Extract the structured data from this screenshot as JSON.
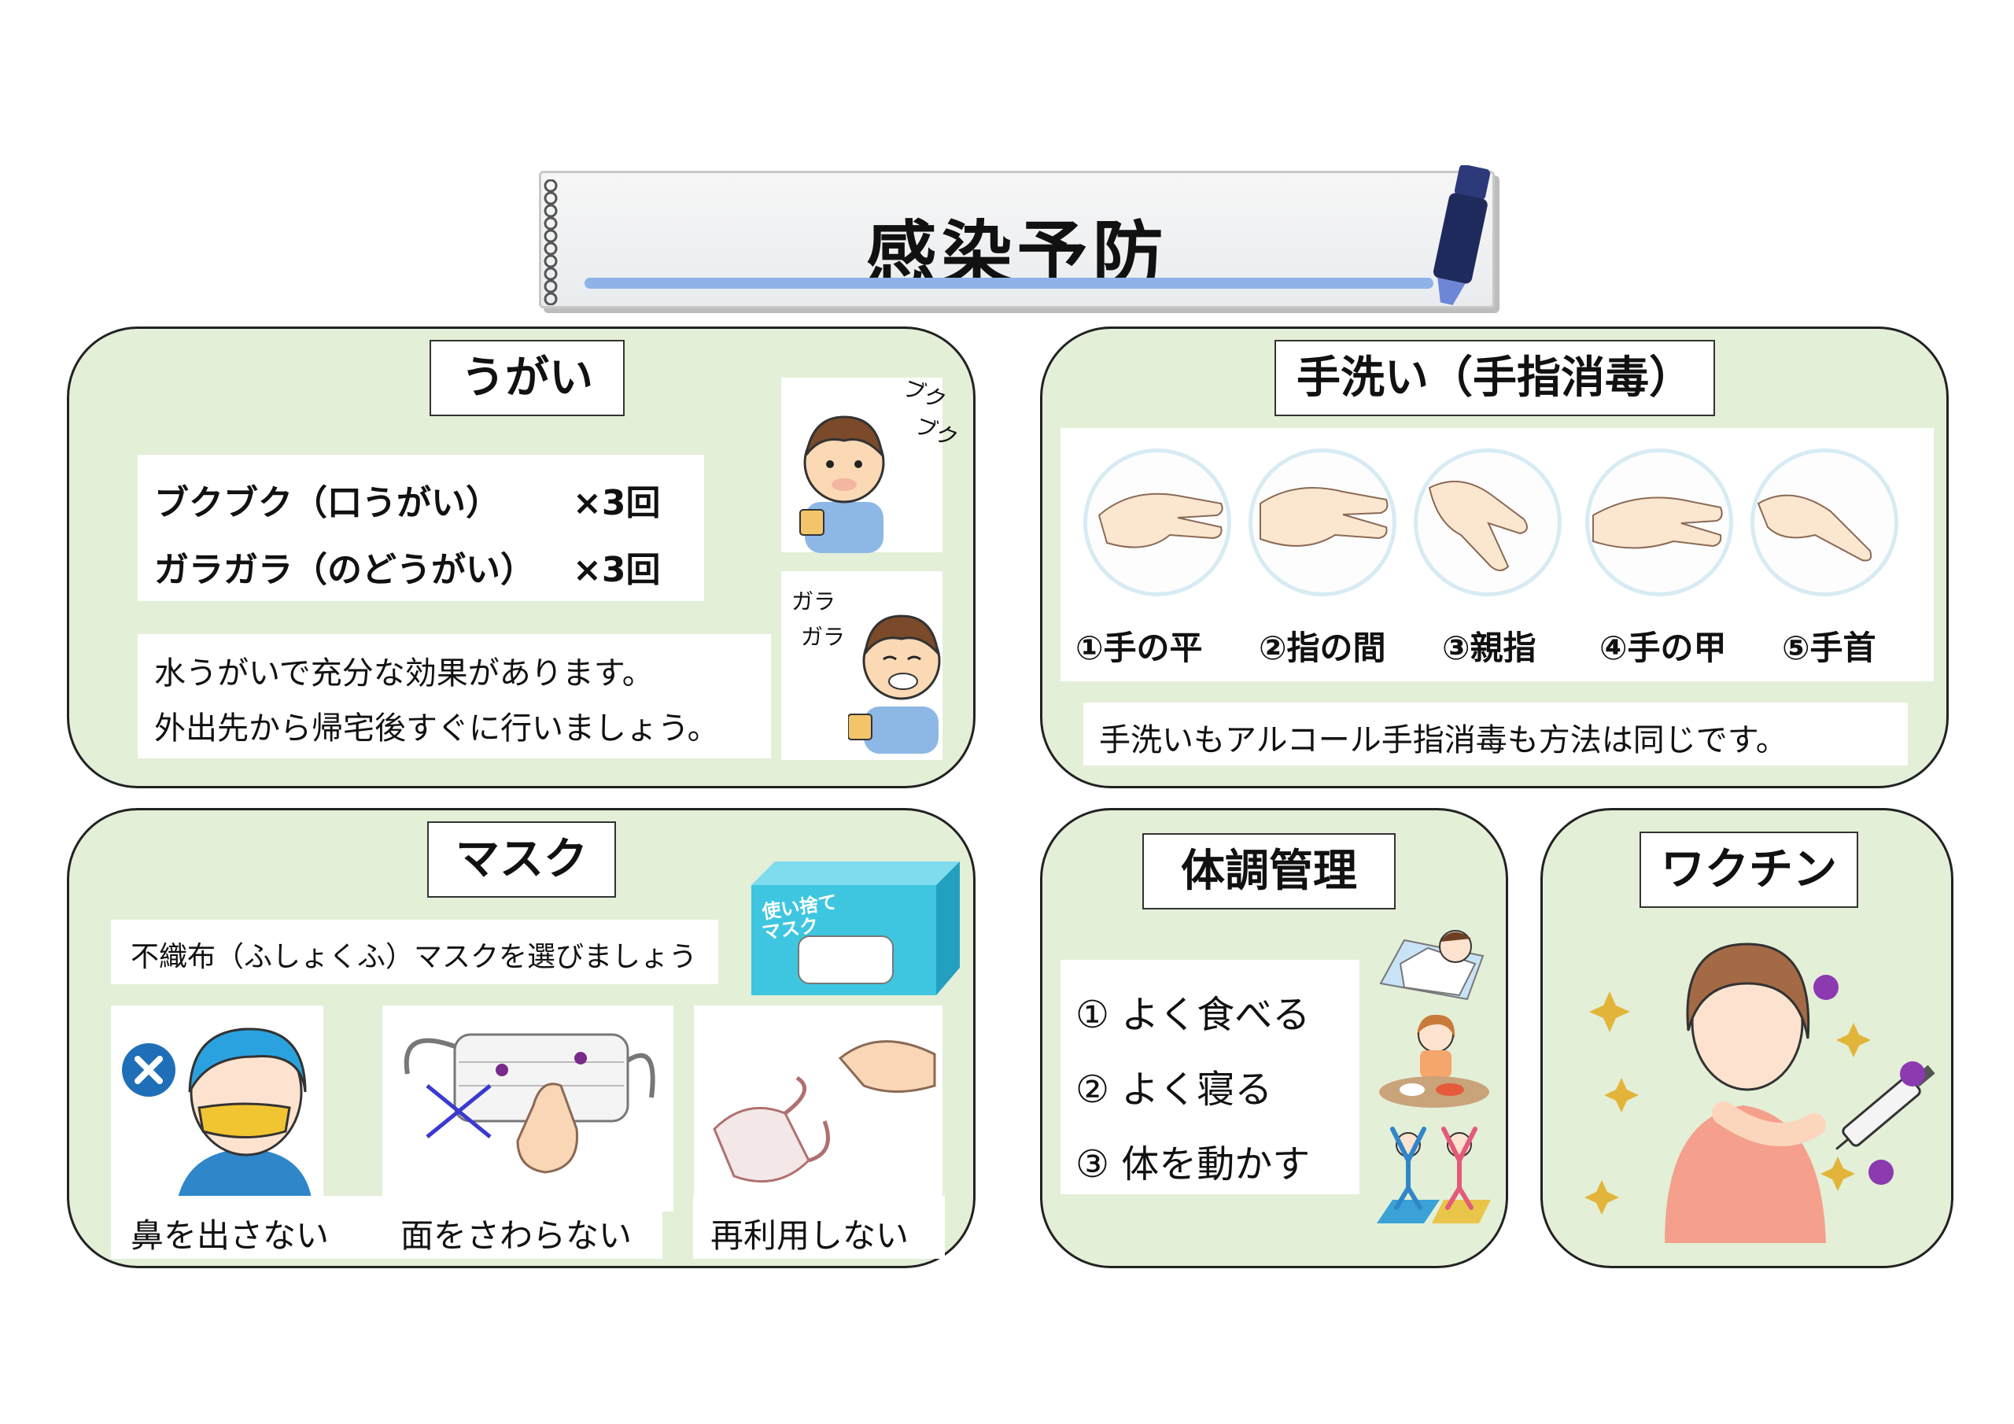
{
  "title": "感染予防",
  "gargle": {
    "heading": "うがい",
    "rows": [
      {
        "label": "ブクブク（口うがい）",
        "count": "×3回"
      },
      {
        "label": "ガラガラ（のどうがい）",
        "count": "×3回"
      }
    ],
    "note_lines": [
      "水うがいで充分な効果があります。",
      "外出先から帰宅後すぐに行いましょう。"
    ],
    "sfx_bukubuku": [
      "ブク",
      "ブク"
    ],
    "sfx_garagara": [
      "ガラ",
      "ガラ"
    ]
  },
  "handwash": {
    "heading": "手洗い（手指消毒）",
    "steps": [
      "①手の平",
      "②指の間",
      "③親指",
      "④手の甲",
      "⑤手首"
    ],
    "note": "手洗いもアルコール手指消毒も方法は同じです。"
  },
  "mask": {
    "heading": "マスク",
    "note": "不織布（ふしょくふ）マスクを選びましょう",
    "box_label": [
      "使い捨て",
      "マスク"
    ],
    "items": [
      "鼻を出さない",
      "面をさわらない",
      "再利用しない"
    ]
  },
  "health": {
    "heading": "体調管理",
    "items": [
      "① よく食べる",
      "② よく寝る",
      "③ 体を動かす"
    ]
  },
  "vaccine": {
    "heading": "ワクチン"
  },
  "colors": {
    "panel_bg": "#e3efd7",
    "title_underline": "#8fb3e9",
    "mask_box": "#3ec6e0",
    "marker_body": "#1f2a5c"
  }
}
